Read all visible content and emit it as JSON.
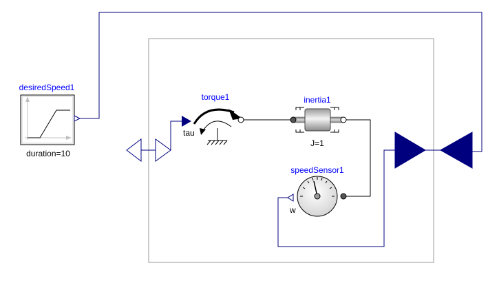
{
  "components": {
    "desired_speed": {
      "name": "desiredSpeed1",
      "param": "duration=10"
    },
    "torque": {
      "name": "torque1",
      "input_label": "tau"
    },
    "inertia": {
      "name": "inertia1",
      "param": "J=1"
    },
    "speed_sensor": {
      "name": "speedSensor1",
      "output_label": "w"
    }
  },
  "colors": {
    "wire": "#00007f",
    "mech_wire": "#000000",
    "label": "#0000ff",
    "frame": "#9a9a9a",
    "port_fill": "#00007f"
  }
}
